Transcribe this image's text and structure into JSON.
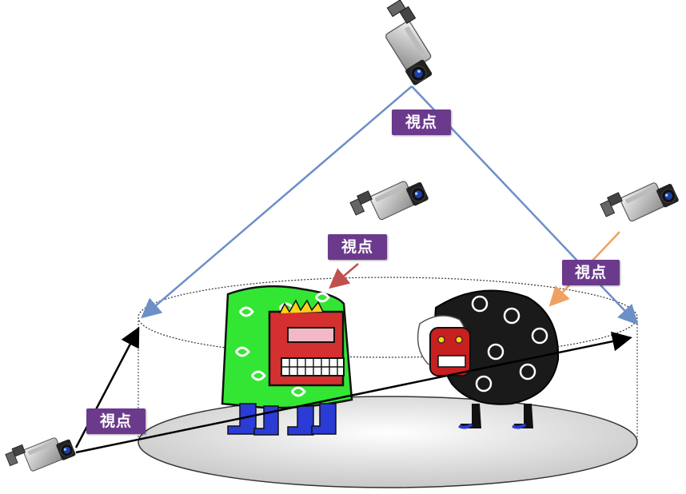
{
  "viewpoint_labels": {
    "top": "視点",
    "middle": "視点",
    "right": "視点",
    "left": "視点"
  },
  "colors": {
    "label_bg": "#6b3a8c",
    "line_blue": "#6d8fc8",
    "line_black": "#000000",
    "arrow_red": "#c0504d",
    "arrow_orange": "#f0a060",
    "stage_floor": "#d9d9d9",
    "green_lion": "#33e633",
    "black_lion": "#1a1a1a"
  },
  "icons": [
    "video-camera-icon",
    "shishimai-green-figure",
    "shishimai-black-figure"
  ]
}
